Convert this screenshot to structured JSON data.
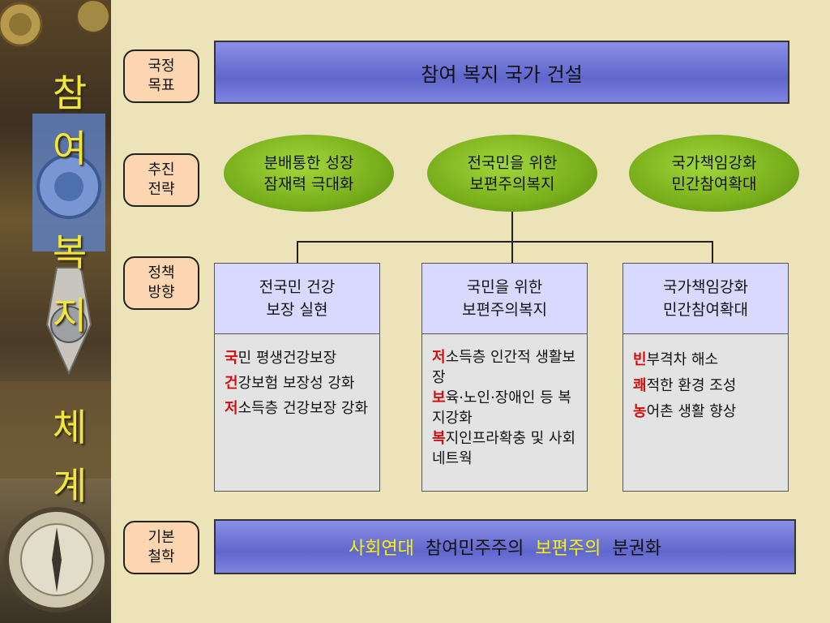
{
  "side_title": [
    "참",
    "여",
    "복",
    "지",
    "체",
    "계"
  ],
  "labels": {
    "goal": [
      "국정",
      "목표"
    ],
    "strategy": [
      "추진",
      "전략"
    ],
    "policy": [
      "정책",
      "방향"
    ],
    "philosophy": [
      "기본",
      "철학"
    ]
  },
  "goal_text": "참여 복지 국가 건설",
  "strategies": [
    {
      "line1": "분배통한 성장",
      "line2": "잠재력 극대화"
    },
    {
      "line1": "전국민을 위한",
      "line2": "보편주의복지"
    },
    {
      "line1": "국가책임강화",
      "line2": "민간참여확대"
    }
  ],
  "policies": [
    {
      "head1": "전국민 건강",
      "head2": "보장 실현",
      "items": [
        {
          "lead": "국",
          "rest": "민 평생건강보장"
        },
        {
          "lead": "건",
          "rest": "강보험 보장성 강화"
        },
        {
          "lead": "저",
          "rest": "소득층 건강보장 강화"
        }
      ]
    },
    {
      "head1": "국민을 위한",
      "head2": "보편주의복지",
      "items": [
        {
          "lead": "저",
          "rest": "소득층 인간적 생활보장"
        },
        {
          "lead": "보",
          "rest": "육·노인·장애인 등 복지강화"
        },
        {
          "lead": "복",
          "rest": "지인프라확충 및 사회 네트웍"
        }
      ]
    },
    {
      "head1": "국가책임강화",
      "head2": "민간참여확대",
      "items": [
        {
          "lead": "빈",
          "rest": "부격차 해소"
        },
        {
          "lead": "쾌",
          "rest": "적한 환경 조성"
        },
        {
          "lead": "농",
          "rest": "어촌 생활 향상"
        }
      ]
    }
  ],
  "philosophy": [
    {
      "text": "사회연대",
      "color": "#f5f500"
    },
    {
      "text": "참여민주주의",
      "color": "#111111"
    },
    {
      "text": "보편주의",
      "color": "#f5f500"
    },
    {
      "text": "분권화",
      "color": "#111111"
    }
  ],
  "colors": {
    "accent_red": "#d01010",
    "banner_blue": "#6066cc",
    "oval_green": "#79ae1c",
    "background": "#ece3b8"
  }
}
